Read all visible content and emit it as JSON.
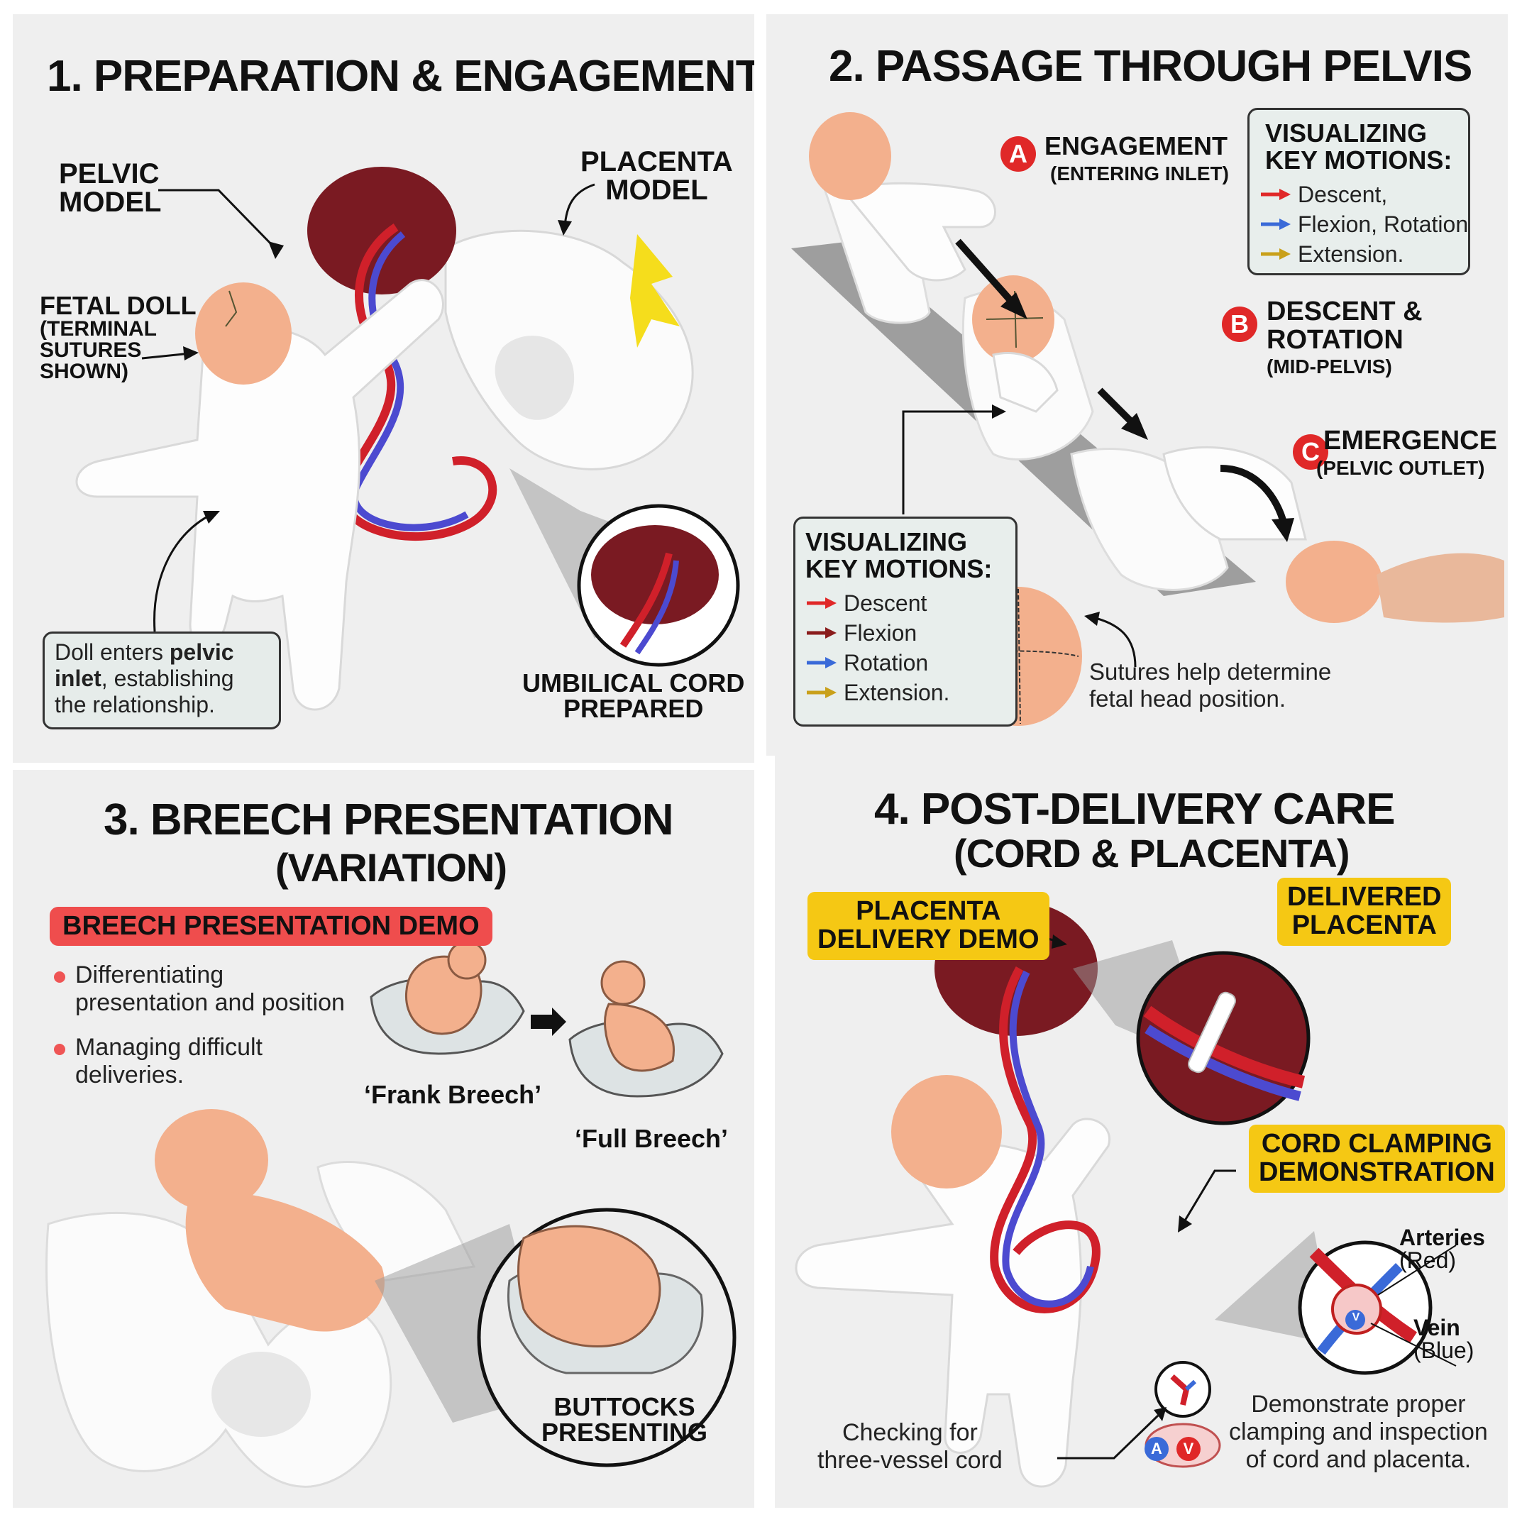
{
  "panel1": {
    "title": "1. PREPARATION & ENGAGEMENT",
    "pelvic_model": [
      "PELVIC",
      "MODEL"
    ],
    "placenta_model": [
      "PLACENTA",
      "MODEL"
    ],
    "fetal_doll": [
      "FETAL DOLL",
      "(TERMINAL",
      "SUTURES",
      "SHOWN)"
    ],
    "caption_line1_a": "Doll enters ",
    "caption_line1_b": "pelvic",
    "caption_line2_a": "inlet",
    "caption_line2_b": ", establishing",
    "caption_line3": "the relationship.",
    "umbilical": [
      "UMBILICAL CORD",
      "PREPARED"
    ]
  },
  "panel2": {
    "title": "2. PASSAGE THROUGH PELVIS",
    "step_a_badge": "A",
    "step_a_title": "ENGAGEMENT",
    "step_a_sub": "(ENTERING INLET)",
    "step_b_badge": "B",
    "step_b_title": [
      "DESCENT &",
      "ROTATION"
    ],
    "step_b_sub": "(MID-PELVIS)",
    "step_c_badge": "C",
    "step_c_title": "EMERGENCE",
    "step_c_sub": "(PELVIC OUTLET)",
    "motions_box_top": {
      "title": [
        "VISUALIZING",
        "KEY MOTIONS:"
      ],
      "items": [
        "Descent,",
        "Flexion, Rotation",
        "Extension."
      ]
    },
    "motions_box_bottom": {
      "title": [
        "VISUALIZING",
        "KEY MOTIONS:"
      ],
      "items": [
        "Descent",
        "Flexion",
        "Rotation",
        "Extension."
      ]
    },
    "sutures_note": [
      "Sutures help determine",
      "fetal head position."
    ]
  },
  "panel3": {
    "title": "3. BREECH PRESENTATION",
    "subtitle": "(VARIATION)",
    "demo_label": "BREECH PRESENTATION DEMO",
    "bullets": [
      [
        "Differentiating",
        "presentation and position"
      ],
      [
        "Managing difficult",
        "deliveries."
      ]
    ],
    "frank": "‘Frank Breech’",
    "full": "‘Full Breech’",
    "buttocks": [
      "BUTTOCKS",
      "PRESENTING"
    ]
  },
  "panel4": {
    "title": "4. POST-DELIVERY CARE",
    "subtitle": "(CORD & PLACENTA)",
    "placenta_demo": [
      "PLACENTA",
      "DELIVERY DEMO"
    ],
    "delivered": [
      "DELIVERED",
      "PLACENTA"
    ],
    "cord_clamping": [
      "CORD CLAMPING",
      "DEMONSTRATION"
    ],
    "arteries": [
      "Arteries",
      "(Red)"
    ],
    "vein": [
      "Vein",
      "(Blue)"
    ],
    "vein_letter": "V",
    "vessel_a": "A",
    "vessel_v": "V",
    "checking": [
      "Checking for",
      "three-vessel cord"
    ],
    "demonstrate": [
      "Demonstrate proper",
      "clamping and inspection",
      "of cord and placenta."
    ]
  },
  "colors": {
    "descent": "#e02828",
    "flexion": "#8a1c1c",
    "rotation": "#3a6ad8",
    "extension": "#c9a01a",
    "placenta": "#7a1a22",
    "cord_red": "#d0202a",
    "cord_blue": "#4c4ad0",
    "skin": "#f3b08d"
  }
}
